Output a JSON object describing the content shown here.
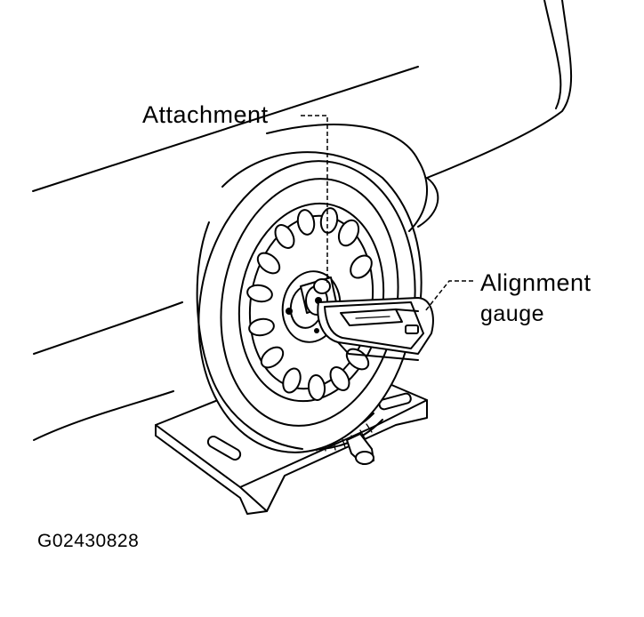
{
  "labels": {
    "attachment": "Attachment",
    "alignment_line1": "Alignment",
    "alignment_line2": "gauge"
  },
  "figure_code": "G02430828",
  "colors": {
    "ink": "#000000",
    "paper": "#ffffff"
  }
}
